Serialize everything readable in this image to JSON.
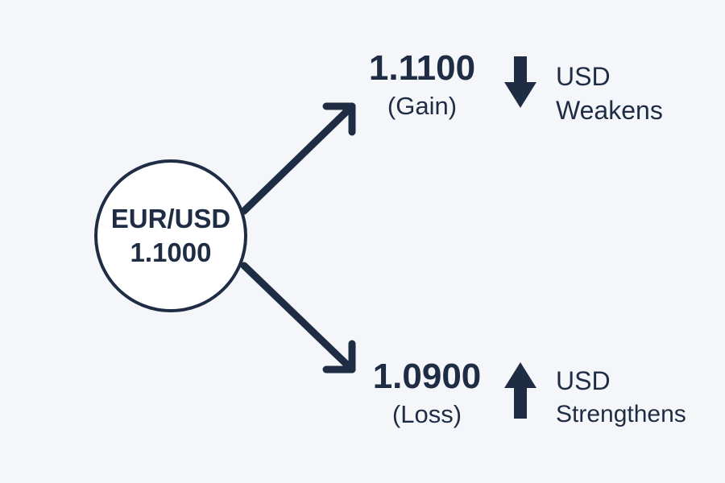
{
  "origin": {
    "pair": "EUR/USD",
    "rate": "1.1000"
  },
  "outcomes": {
    "gain": {
      "value": "1.1100",
      "label": "(Gain)",
      "direction": "up",
      "usd_effect": [
        "USD",
        "Weakens"
      ],
      "icon": "arrow-down-icon"
    },
    "loss": {
      "value": "1.0900",
      "label": "(Loss)",
      "direction": "down",
      "usd_effect": [
        "USD",
        "Strengthens"
      ],
      "icon": "arrow-up-icon"
    }
  },
  "colors": {
    "ink": "#1f2d44",
    "background": "#f4f6f9",
    "circle_fill": "#ffffff"
  }
}
